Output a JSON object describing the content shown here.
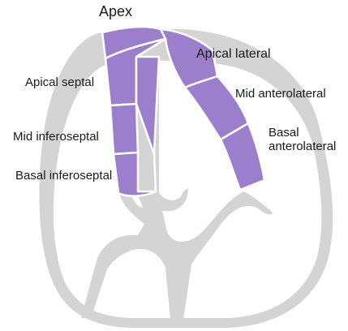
{
  "labels": {
    "apex": "Apex",
    "apical_lateral": "Apical lateral",
    "apical_septal": "Apical septal",
    "mid_anterolateral": "Mid anterolateral",
    "mid_inferoseptal": "Mid inferoseptal",
    "basal_anterolateral_line1": "Basal",
    "basal_anterolateral_line2": "anterolateral",
    "basal_inferoseptal": "Basal inferoseptal"
  },
  "colors": {
    "highlighted_segment": "#9b7fcc",
    "wall_gray": "#d4d4d4",
    "segment_divider": "#ffffff",
    "text": "#1a1a1a"
  }
}
